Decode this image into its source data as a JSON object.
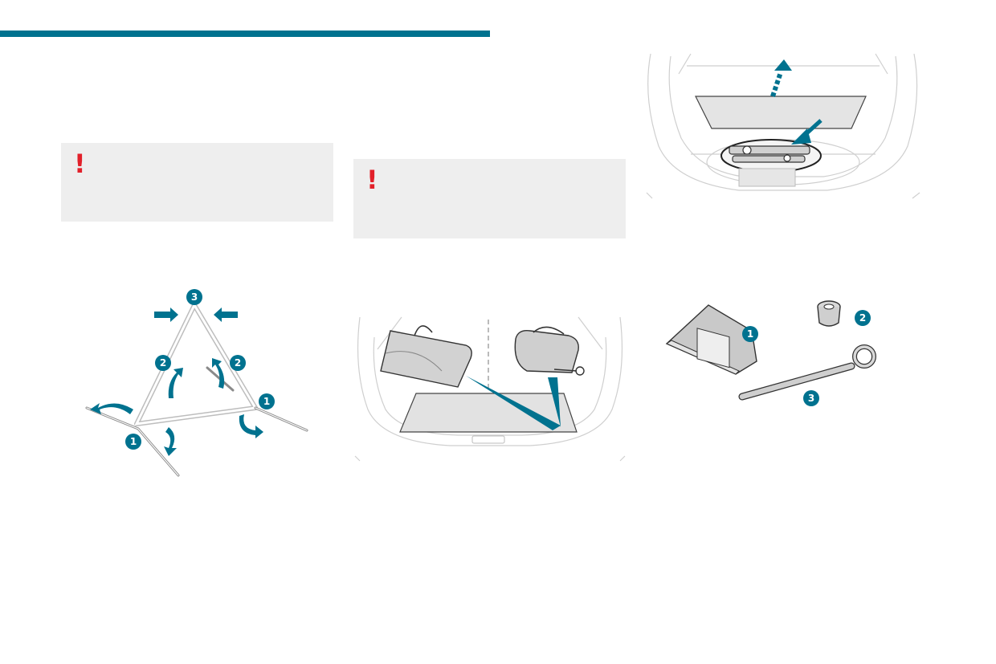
{
  "colors": {
    "accent": "#00728f",
    "warning": "#e2202a",
    "panel": "#eeeeee",
    "line": "#c9c9c9"
  },
  "warnings": [
    {
      "icon": "exclamation-icon",
      "symbol": "!"
    },
    {
      "icon": "exclamation-icon",
      "symbol": "!"
    }
  ],
  "triangle_figure": {
    "callouts": [
      "3",
      "2",
      "2",
      "1",
      "1"
    ]
  },
  "tools_figure": {
    "callouts": [
      "1",
      "2",
      "3"
    ]
  }
}
